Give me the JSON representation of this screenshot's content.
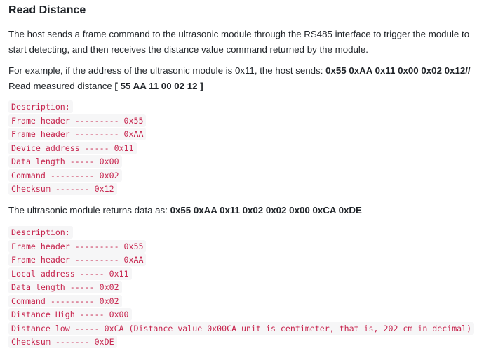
{
  "heading": "Read Distance",
  "intro": "The host sends a frame command to the ultrasonic module through the RS485 interface to trigger the module to start detecting, and then receives the distance value command returned by the module.",
  "example": {
    "prefix": "For example, if the address of the ultrasonic module is 0x11, the host sends: ",
    "command": "0x55 0xAA 0x11 0x00 0x02 0x12//",
    "suffix_text": "Read measured distance ",
    "suffix_bold": "[ 55 AA 11 00 02 12 ]"
  },
  "send_block": [
    "Description:",
    "Frame header --------- 0x55",
    "Frame header --------- 0xAA",
    "Device address ----- 0x11",
    "Data length ----- 0x00",
    "Command --------- 0x02",
    "Checksum ------- 0x12"
  ],
  "returns": {
    "prefix": "The ultrasonic module returns data as: ",
    "data": "0x55 0xAA 0x11 0x02 0x02 0x00 0xCA 0xDE"
  },
  "return_block": [
    "Description:",
    "Frame header --------- 0x55",
    "Frame header --------- 0xAA",
    "Local address ----- 0x11",
    "Data length ----- 0x02",
    "Command --------- 0x02",
    "Distance High ----- 0x00",
    "Distance low ----- 0xCA (Distance value 0x00CA unit is centimeter, that is, 202 cm in decimal)",
    "Checksum ------- 0xDE"
  ]
}
